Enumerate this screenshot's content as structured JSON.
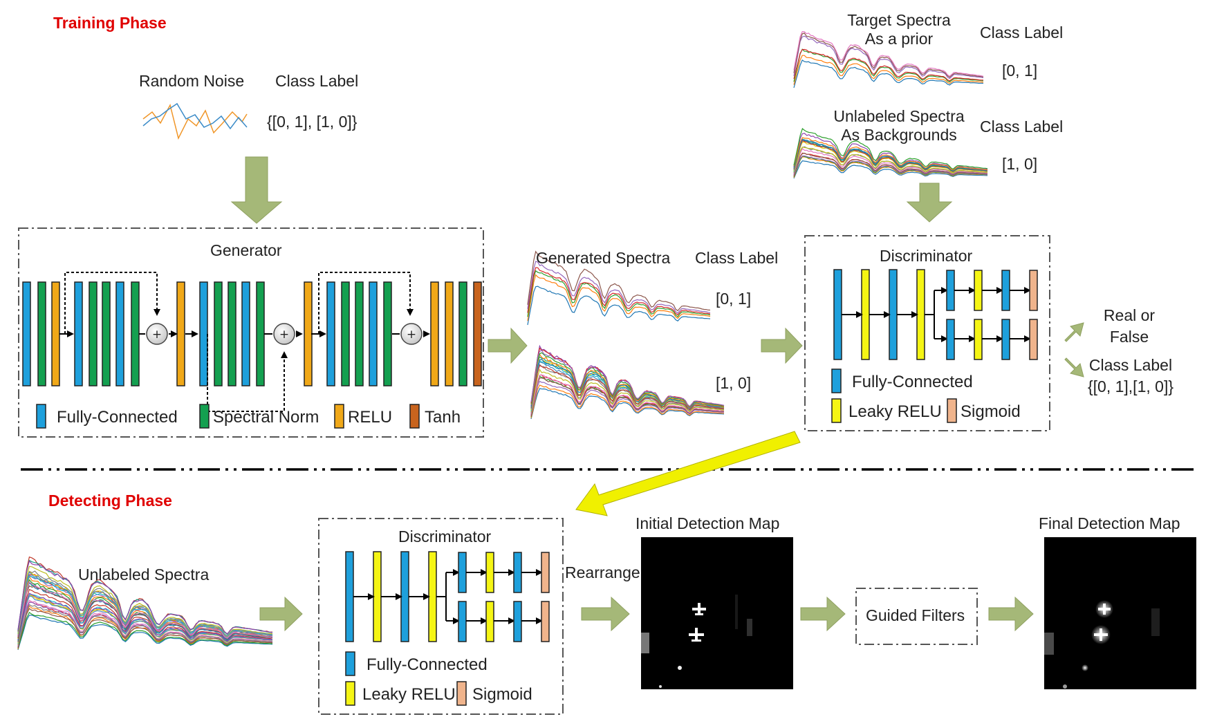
{
  "training": {
    "title": "Training Phase",
    "noise_label": "Random Noise",
    "noise_class_header": "Class Label",
    "noise_class_value": "{[0, 1], [1, 0]}",
    "target_line1": "Target Spectra",
    "target_line2": "As a prior",
    "target_class_header": "Class Label",
    "target_class_value": "[0, 1]",
    "unlabeled_line1": "Unlabeled Spectra",
    "unlabeled_line2": "As Backgrounds",
    "unlabeled_class_header": "Class Label",
    "unlabeled_class_value": "[1, 0]",
    "generator_title": "Generator",
    "generated_label": "Generated Spectra",
    "generated_class_header": "Class Label",
    "generated_value_1": "[0, 1]",
    "generated_value_2": "[1, 0]",
    "discriminator_title": "Discriminator",
    "output_real_1": "Real or",
    "output_real_2": "False",
    "output_class_header": "Class Label",
    "output_class_value": "{[0, 1],[1, 0]}"
  },
  "generator_legend": {
    "fc": "Fully-Connected",
    "sn": "Spectral Norm",
    "relu": "RELU",
    "tanh": "Tanh"
  },
  "discriminator_legend": {
    "fc": "Fully-Connected",
    "leaky": "Leaky RELU",
    "sigmoid": "Sigmoid"
  },
  "detecting": {
    "title": "Detecting Phase",
    "unlabeled_label": "Unlabeled Spectra",
    "discriminator_title": "Discriminator",
    "rearrange": "Rearrange",
    "initial_map": "Initial Detection Map",
    "guided_filters": "Guided Filters",
    "final_map": "Final Detection Map"
  },
  "colors": {
    "fully_connected": "#1ea0dc",
    "spectral_norm": "#14a050",
    "relu": "#f0a818",
    "tanh": "#c8641e",
    "leaky_relu": "#f5f514",
    "sigmoid": "#f0b48c",
    "flow_arrow": "#a5b878",
    "highlight_arrow": "#f0f000",
    "phase_title": "#e00000"
  },
  "icons": {
    "add_node": "circled-plus-icon",
    "flow": "block-arrow-icon"
  }
}
